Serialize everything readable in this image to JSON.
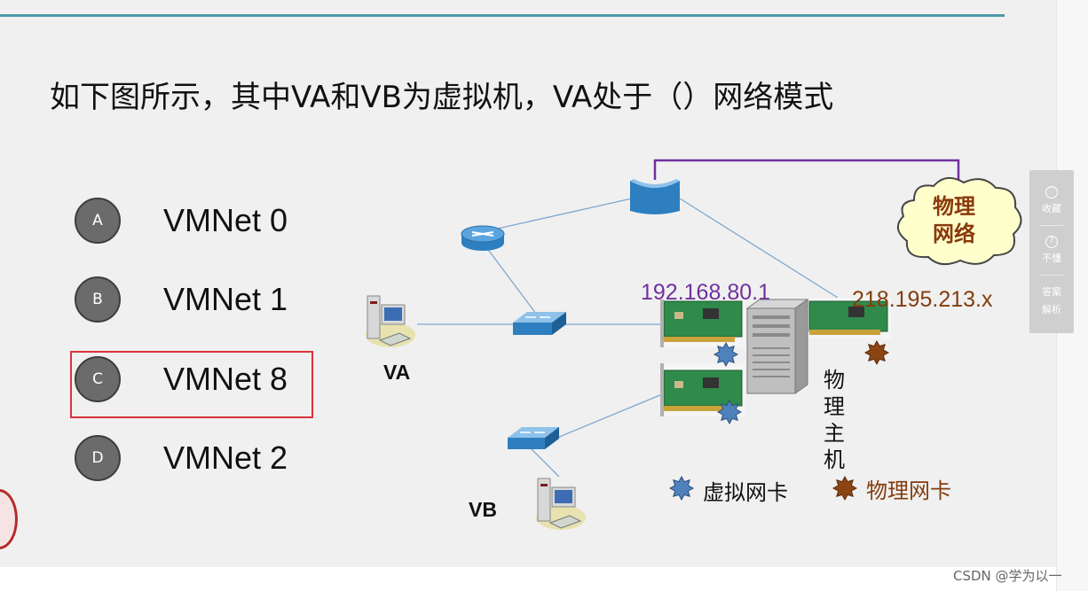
{
  "question": "如下图所示，其中VA和VB为虚拟机，VA处于（）网络模式",
  "options": [
    {
      "letter": "A",
      "text": "VMNet 0"
    },
    {
      "letter": "B",
      "text": "VMNet 1"
    },
    {
      "letter": "C",
      "text": "VMNet 8"
    },
    {
      "letter": "D",
      "text": "VMNet 2"
    }
  ],
  "selected_option": "C",
  "colors": {
    "accent_line": "#4a9aa8",
    "selection_border": "#d9333a",
    "virtual_ip": "#7030a0",
    "physical_ip": "#843c0c",
    "virtual_nic_star": "#4f81bd",
    "physical_nic_star": "#8b4513",
    "link_line": "#7fa7cf",
    "wan_line": "#7030a0"
  },
  "diagram": {
    "virtual_nic_ip": "192.168.80.1",
    "physical_nic_ip": "218.195.213.x",
    "va_label": "VA",
    "vb_label": "VB",
    "host_label": "物理主机",
    "cloud_label": "物理网络",
    "legend_virtual": "虚拟网卡",
    "legend_physical": "物理网卡"
  },
  "side_panel": {
    "items": [
      {
        "icon": "heart-icon",
        "label": "收藏"
      },
      {
        "icon": "question-icon",
        "label": "不懂"
      },
      {
        "icon": "answer-icon",
        "label": "答案解析"
      }
    ]
  },
  "watermark": "CSDN @学为以一"
}
